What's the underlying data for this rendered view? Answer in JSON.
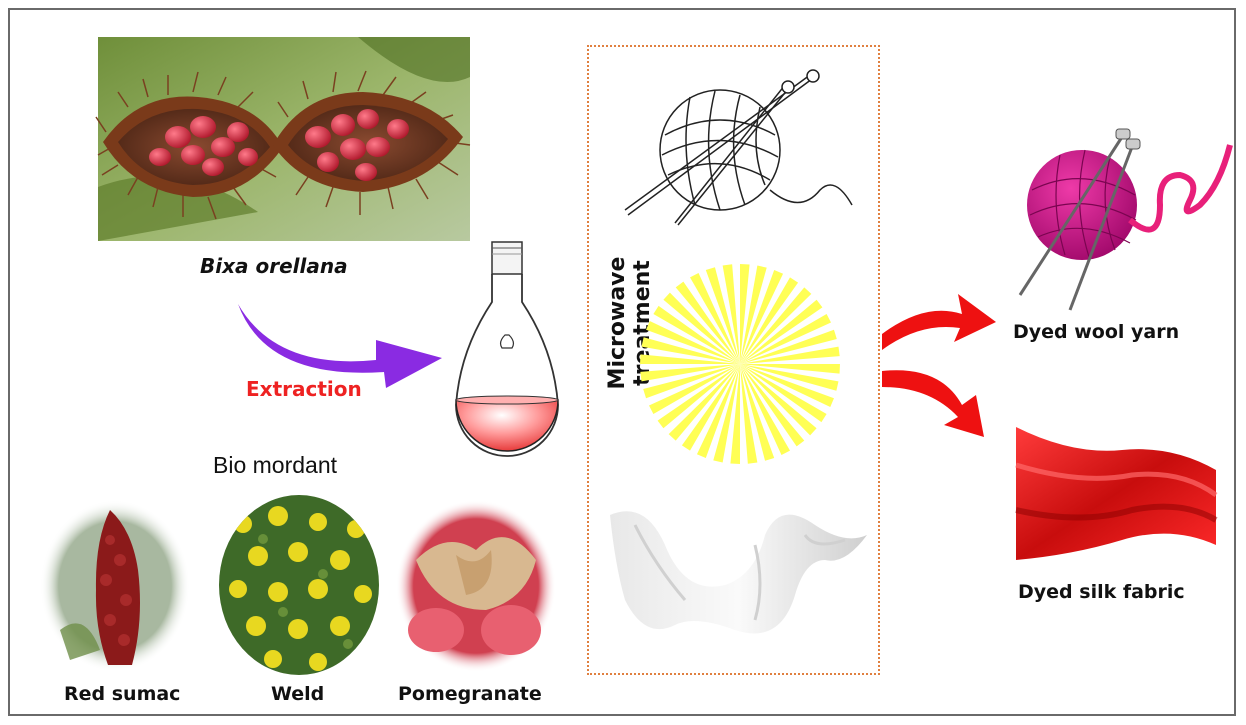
{
  "labels": {
    "bixa": "Bixa orellana",
    "extraction": "Extraction",
    "bio_mordant": "Bio mordant",
    "red_sumac": "Red sumac",
    "weld": "Weld",
    "pomegranate": "Pomegranate",
    "microwave": "Microwave treatment",
    "dyed_wool": "Dyed wool yarn",
    "dyed_silk": "Dyed silk fabric"
  },
  "colors": {
    "extraction_arrow": "#8a2be2",
    "output_arrow": "#ee1111",
    "extraction_text": "#ee2222",
    "sun_rays": "#ffff55",
    "panel_border": "#e08040",
    "dyed_yarn": "#cc1188",
    "dyed_silk": "#dd1111",
    "flask_liquid": "#f04a4a"
  },
  "icons": [
    "annatto-pod-photo",
    "flask-icon",
    "wool-yarn-icon",
    "sunburst-icon",
    "silk-cloth-icon",
    "red-sumac-photo",
    "weld-photo",
    "pomegranate-photo",
    "dyed-yarn-icon",
    "dyed-silk-icon"
  ]
}
